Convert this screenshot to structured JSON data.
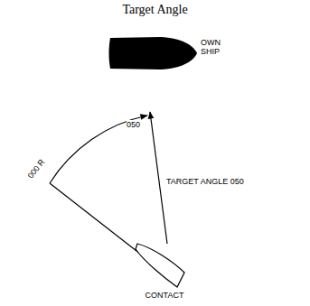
{
  "diagram": {
    "title": "Target Angle",
    "nodes": [
      {
        "text": [
          "OWN SHIP"
        ]
      },
      {
        "text": [
          "CONTACT"
        ]
      }
    ],
    "edges": [
      {
        "from": 1,
        "to": 0,
        "arrow": "to"
      }
    ],
    "labels": [
      "050",
      "000 R",
      "TARGET ANGLE 050"
    ]
  }
}
